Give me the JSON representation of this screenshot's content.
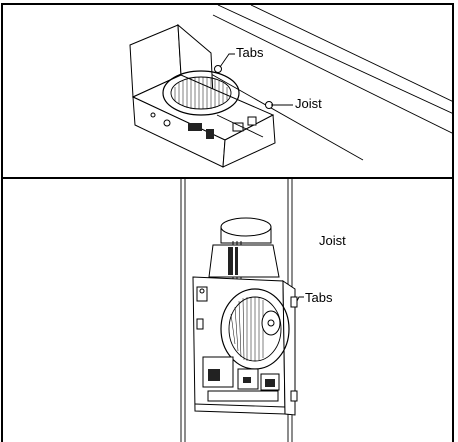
{
  "top_panel": {
    "label_tabs": "Tabs",
    "label_joist": "Joist"
  },
  "bottom_panel": {
    "label_joist": "Joist",
    "label_tabs": "Tabs"
  }
}
